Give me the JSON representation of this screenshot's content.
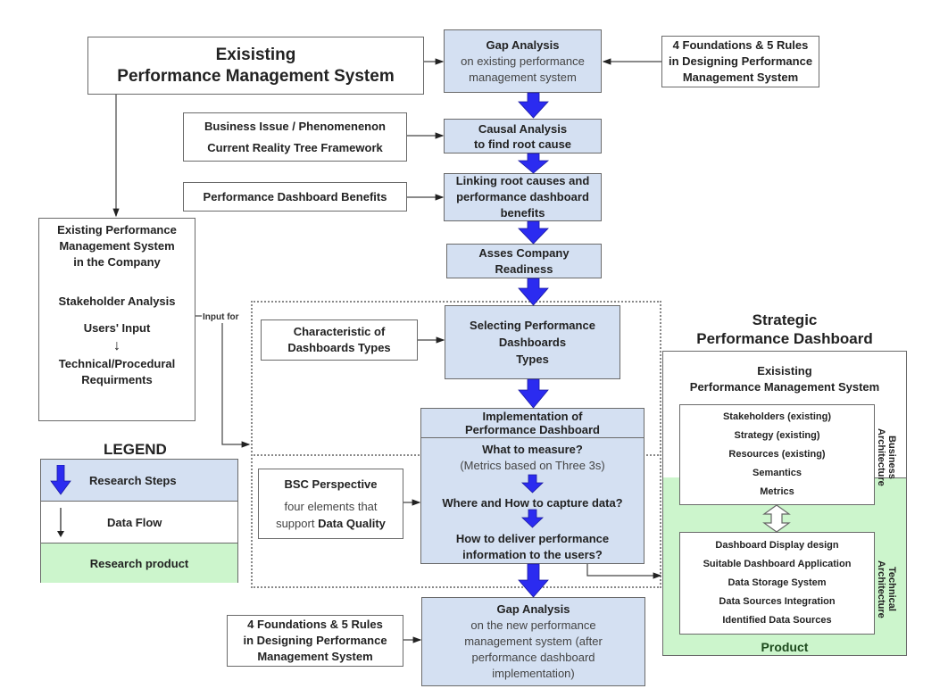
{
  "existing_pms": {
    "line1": "Exisisting",
    "line2": "Performance Management System"
  },
  "foundations_top": {
    "line1": "4 Foundations & 5 Rules",
    "line2": "in Designing Performance",
    "line3": "Management System"
  },
  "gap_analysis_1": {
    "title": "Gap Analysis",
    "line1": "on existing performance",
    "line2": "management system"
  },
  "business_issue": {
    "line1": "Business Issue / Phenomenenon",
    "line2": "Current Reality Tree Framework"
  },
  "causal_analysis": {
    "line1": "Causal Analysis",
    "line2": "to find root cause"
  },
  "dashboard_benefits": {
    "label": "Performance Dashboard Benefits"
  },
  "linking": {
    "line1": "Linking root causes and",
    "line2": "performance dashboard",
    "line3": "benefits"
  },
  "assess": {
    "line1": "Asses Company",
    "line2": "Readiness"
  },
  "company_box": {
    "title1": "Existing Performance",
    "title2": "Management System",
    "title3": "in the Company",
    "stakeholder": "Stakeholder Analysis",
    "users_input": "Users' Input",
    "arrow": "↓",
    "tech1": "Technical/Procedural",
    "tech2": "Requirments"
  },
  "input_for": "Input for",
  "characteristic": {
    "line1": "Characteristic of",
    "line2": "Dashboards Types"
  },
  "selecting": {
    "line1": "Selecting Performance",
    "line2": "Dashboards",
    "line3": "Types"
  },
  "implementation": {
    "title1": "Implementation of",
    "title2": "Performance Dashboard",
    "q1": "What to measure?",
    "q1_sub": "(Metrics based on Three 3s)",
    "q2": "Where and How to capture data?",
    "q3a": "How to deliver performance",
    "q3b": "information to the users?"
  },
  "bsc": {
    "title": "BSC Perspective",
    "line1": "four elements that",
    "line2_prefix": "support ",
    "line2_bold": "Data Quality"
  },
  "foundations_bottom": {
    "line1": "4 Foundations & 5 Rules",
    "line2": "in Designing Performance",
    "line3": "Management System"
  },
  "gap_analysis_2": {
    "title": "Gap Analysis",
    "line1": "on the new performance",
    "line2": "management system (after",
    "line3": "performance dashboard",
    "line4": "implementation)"
  },
  "legend": {
    "title": "LEGEND",
    "items": [
      {
        "label": "Research Steps",
        "icon": "block-arrow-down",
        "color": "#d4e0f2"
      },
      {
        "label": "Data Flow",
        "icon": "thin-arrow-down",
        "color": "#ffffff"
      },
      {
        "label": "Research product",
        "icon": "",
        "color": "#ccf5cc"
      }
    ]
  },
  "strategic": {
    "title1": "Strategic",
    "title2": "Performance Dashboard",
    "existing1": "Exisisting",
    "existing2": "Performance Management System",
    "business_items": [
      "Stakeholders (existing)",
      "Strategy (existing)",
      "Resources (existing)",
      "Semantics",
      "Metrics"
    ],
    "business_label1": "Business",
    "business_label2": "Architecture",
    "technical_items": [
      "Dashboard Display design",
      "Suitable Dashboard Application",
      "Data Storage System",
      "Data Sources Integration",
      "Identified Data Sources"
    ],
    "technical_label1": "Technical",
    "technical_label2": "Architecture",
    "product": "Product"
  },
  "colors": {
    "step_fill": "#d4e0f2",
    "product_fill": "#ccf5cc",
    "block_arrow": "#2b2bf0"
  }
}
